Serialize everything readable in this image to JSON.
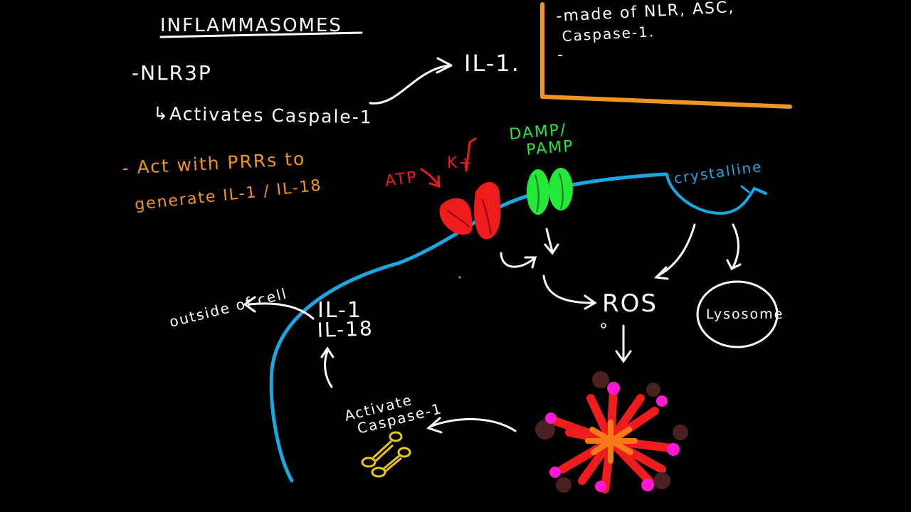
{
  "colors": {
    "background": "#000000",
    "white": "#ffffff",
    "orange": "#f0951e",
    "cyan": "#1aa7e2",
    "red": "#ee1c1c",
    "green": "#23e83a",
    "yellow": "#e9c51a",
    "magenta": "#ff1ad2",
    "brown": "#4a2020"
  },
  "title": "INFLAMMASOMES",
  "notes": {
    "nlrp_label": "-NLR3P",
    "activates_caspase": "↳Activates Caspale-1",
    "il1_top": "IL-1.",
    "act_with_prrs_line1": "- Act with PRRs to",
    "act_with_prrs_line2": "generate IL-1 / IL-18"
  },
  "box_notes": {
    "line1": "-made of NLR, ASC,",
    "line2": "Caspase-1.",
    "line3": "-"
  },
  "diagram": {
    "atp_label": "ATP",
    "k_label": "K+",
    "damp_line1": "DAMP/",
    "damp_line2": "PAMP",
    "crystalline_label": "crystalline",
    "ros_label": "ROS",
    "lysosome_label": "Lysosome",
    "outside_cell_label": "outside of cell",
    "il1_label": "IL-1",
    "il18_label": "IL-18",
    "activate_line1": "Activate",
    "activate_line2": "Caspase-1"
  }
}
